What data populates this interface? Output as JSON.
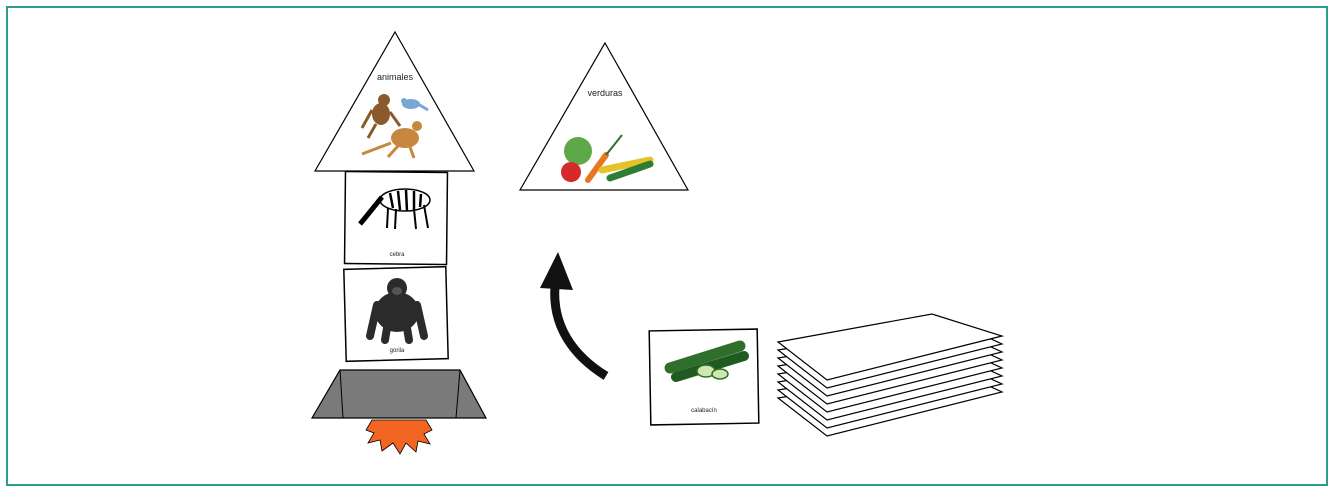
{
  "categories": {
    "animals_label": "animales",
    "vegetables_label": "verduras"
  },
  "cards": {
    "card_top_label": "cebra",
    "card_middle_label": "gorila",
    "current_card_label": "calabacín"
  },
  "colors": {
    "frame": "#2a9d8f",
    "base": "#7a7a7a",
    "flame": "#f26522",
    "arrow": "#111111"
  }
}
